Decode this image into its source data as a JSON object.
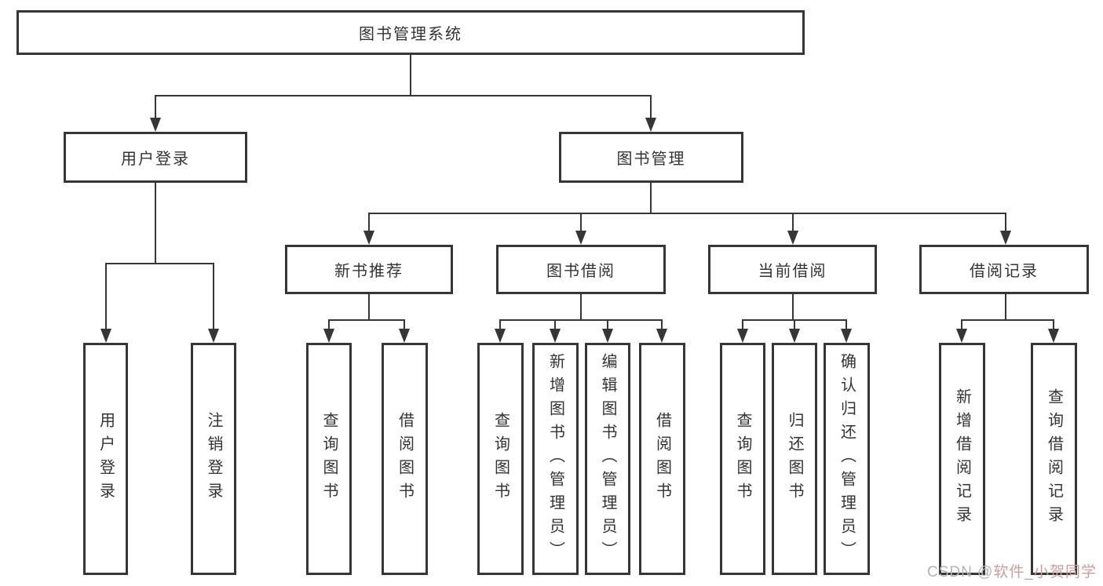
{
  "colors": {
    "line": "#363636",
    "text": "#333333",
    "box_background": "#ffffff",
    "watermark_gray": "#b4b4b4",
    "watermark_red": "#cc9d9d"
  },
  "diagram": {
    "root": {
      "label": "图书管理系统"
    },
    "level2": [
      {
        "label": "用户登录"
      },
      {
        "label": "图书管理"
      }
    ],
    "level3": [
      {
        "label": "新书推荐"
      },
      {
        "label": "图书借阅"
      },
      {
        "label": "当前借阅"
      },
      {
        "label": "借阅记录"
      }
    ],
    "leaves": {
      "user": [
        "用户登录",
        "注销登录"
      ],
      "recommend": [
        "查询图书",
        "借阅图书"
      ],
      "borrow": [
        "查询图书",
        "新增图书（管理员）",
        "编辑图书（管理员）",
        "借阅图书"
      ],
      "current": [
        "查询图书",
        "归还图书",
        "确认归还（管理员）"
      ],
      "records": [
        "新增借阅记录",
        "查询借阅记录"
      ]
    }
  },
  "watermark": {
    "prefix": "CSDN @",
    "name": "软件_小贺同学"
  }
}
